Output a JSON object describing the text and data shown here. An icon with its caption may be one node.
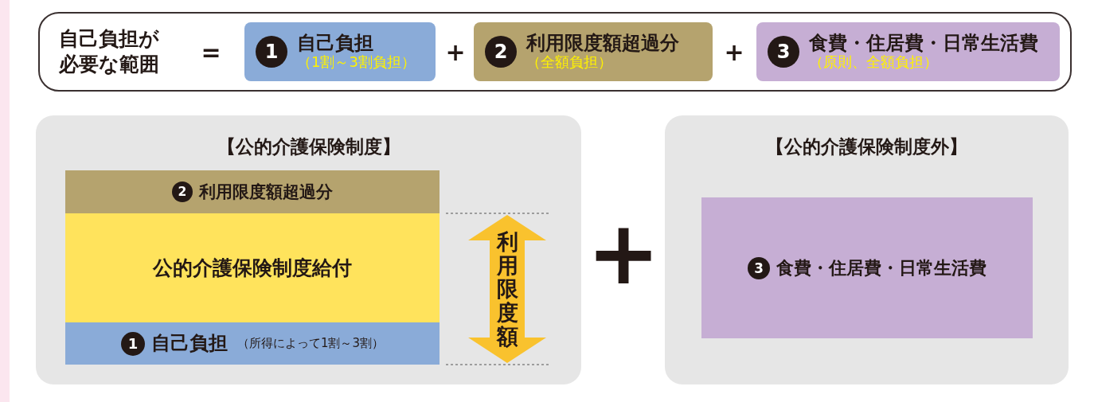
{
  "diagram": {
    "nodes": [
      {
        "text": [
          "自己負担が必要な範囲"
        ]
      },
      {
        "text": [
          "1",
          "自己負担",
          "（1割～3割負担）"
        ],
        "in": 0
      },
      {
        "text": [
          "2",
          "利用限度額超過分",
          "（全額負担）"
        ],
        "in": 0
      },
      {
        "text": [
          "3",
          "食費・住居費・日常生活費",
          "（原則、全額負担）"
        ],
        "in": 0
      },
      {
        "text": [
          "【公的介護保険制度】"
        ]
      },
      {
        "text": [
          "2",
          "利用限度額超過分"
        ],
        "in": 4
      },
      {
        "text": [
          "公的介護保険制度給付"
        ],
        "in": 4
      },
      {
        "text": [
          "1",
          "自己負担",
          "（所得によって1割～3割）"
        ],
        "in": 4
      },
      {
        "text": [
          "【公的介護保険制度外】"
        ]
      },
      {
        "text": [
          "3",
          "食費・住居費・日常生活費"
        ],
        "in": 8
      }
    ],
    "edges": [],
    "labels": [
      "=",
      "+",
      "+",
      "+",
      "利用限度額"
    ]
  }
}
